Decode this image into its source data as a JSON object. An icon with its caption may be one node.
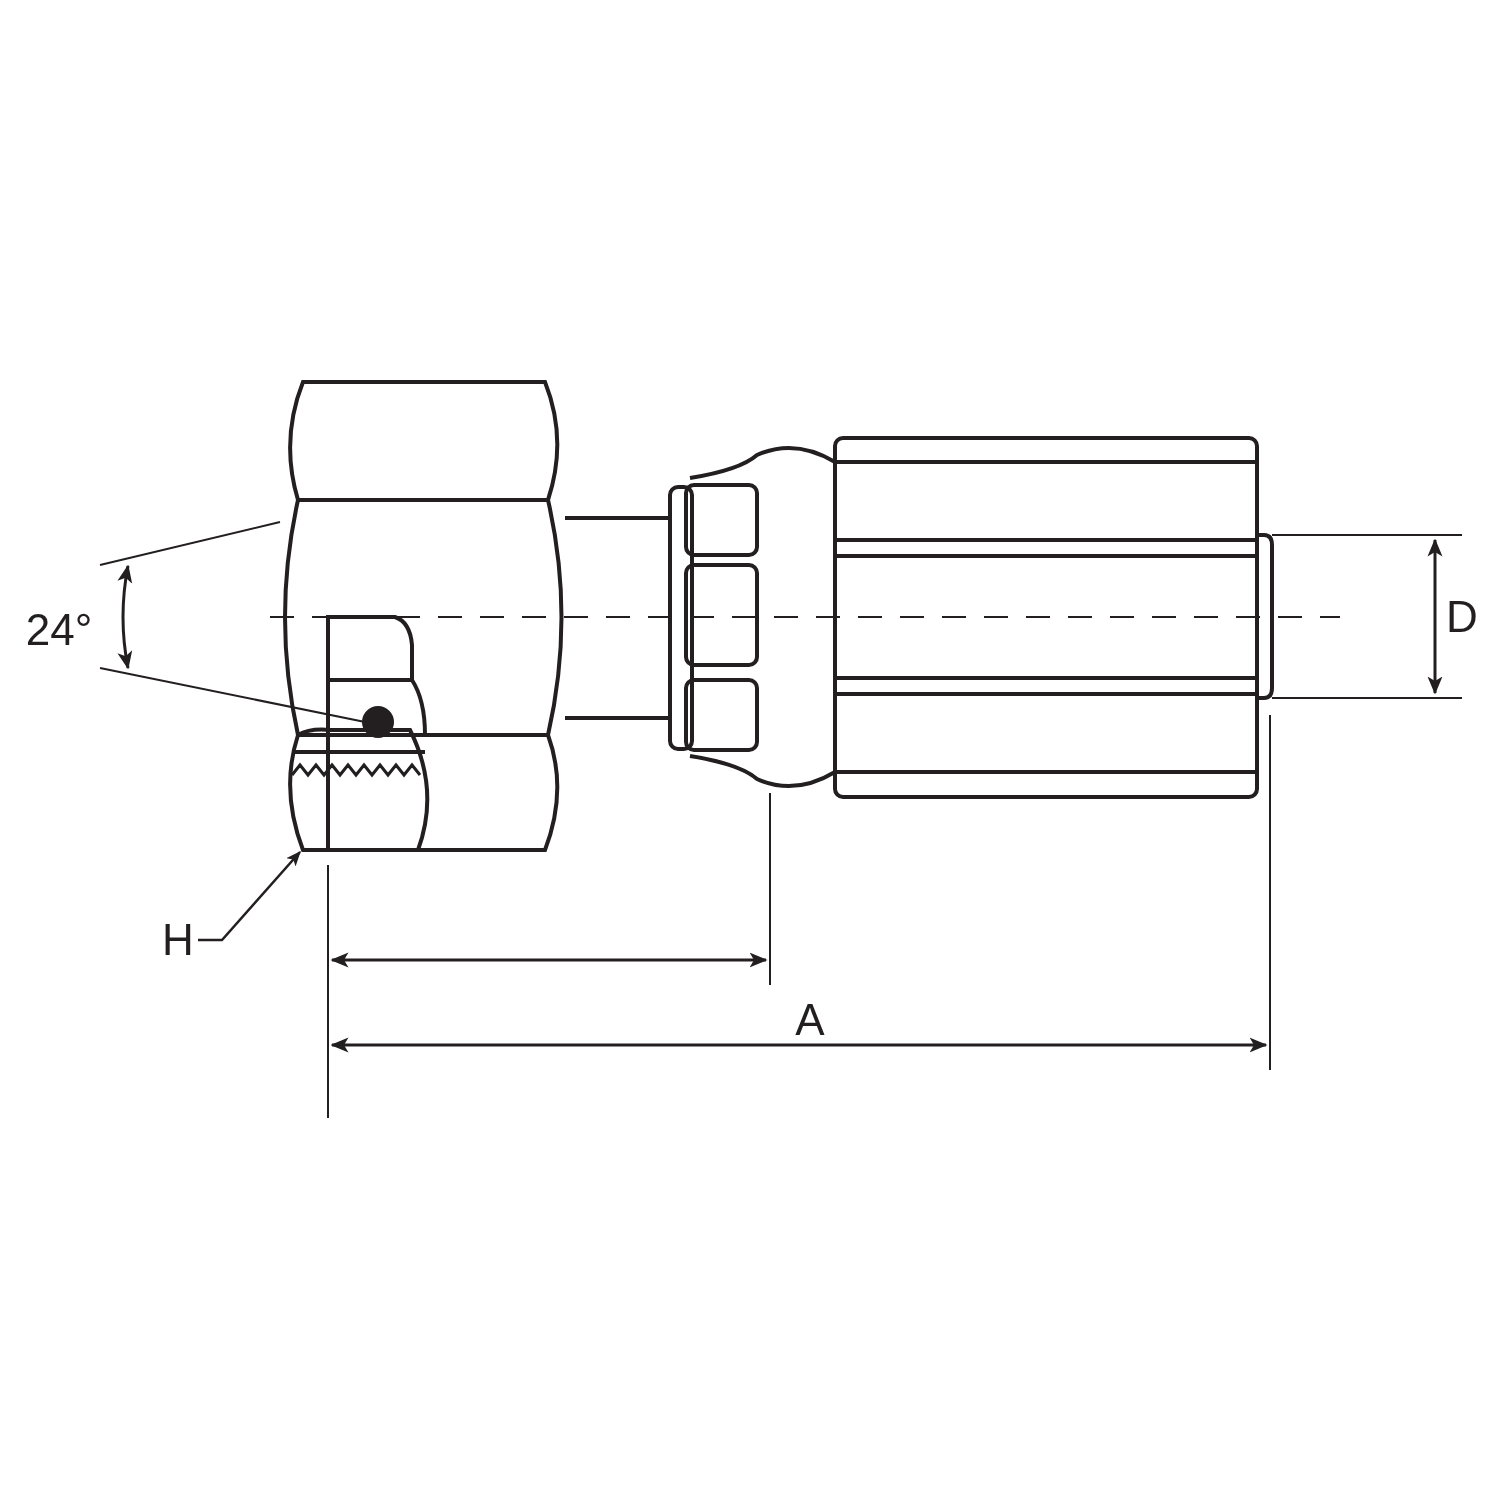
{
  "diagram": {
    "nodes": [
      {
        "text": [
          "H"
        ]
      },
      {
        "text": [],
        "shape": "picture"
      }
    ],
    "edges": [
      {
        "from": 0,
        "to": 1,
        "arrow": "to"
      }
    ],
    "labels": [
      "24°",
      "D",
      "A"
    ]
  }
}
